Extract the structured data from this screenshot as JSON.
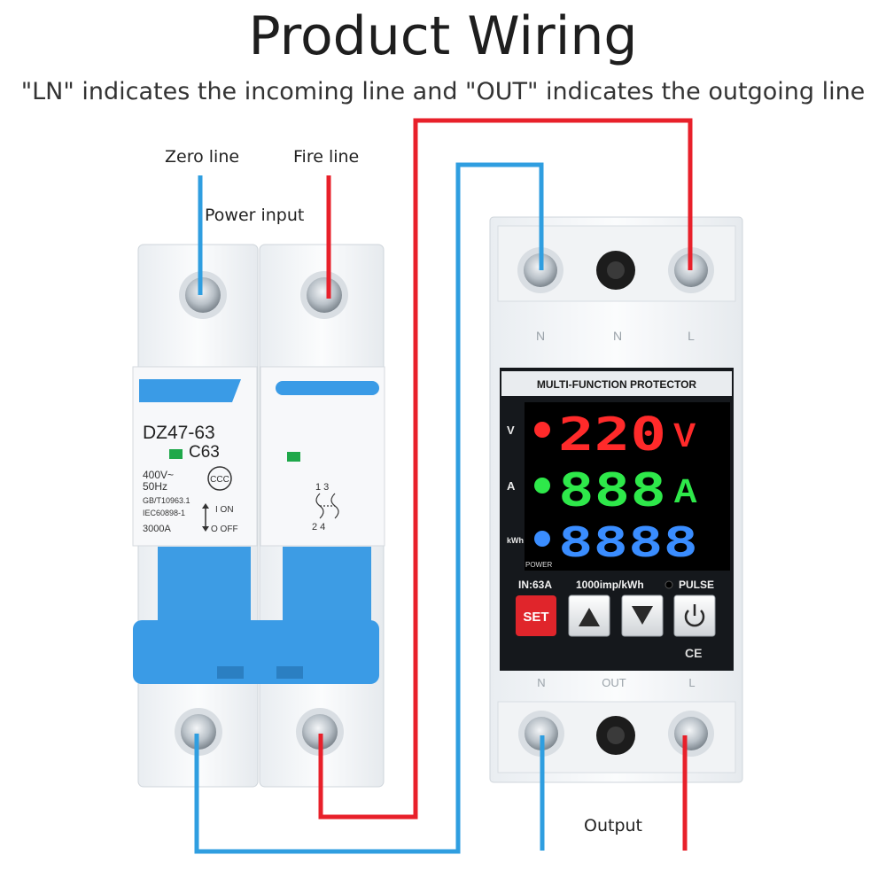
{
  "header": {
    "title": "Product Wiring",
    "subtitle": "\"LN\" indicates the incoming line and \"OUT\" indicates the outgoing line"
  },
  "labels": {
    "zero_line": "Zero line",
    "fire_line": "Fire line",
    "power_input": "Power input",
    "output": "Output"
  },
  "breaker": {
    "model": "DZ47-63",
    "rating": "C63",
    "spec_lines": [
      "400V~",
      "50Hz",
      "GB/T10963.1",
      "IEC60898-1",
      "3000A"
    ],
    "on_label": "I ON",
    "off_label": "O OFF",
    "pole_top": "1 3",
    "pole_bottom": "2 4"
  },
  "protector": {
    "title": "MULTI-FUNCTION PROTECTOR",
    "terminal_top": [
      "N",
      "N",
      "L"
    ],
    "terminal_bottom": [
      "N",
      "OUT",
      "L"
    ],
    "rows": [
      {
        "tag": "V",
        "digits": "220",
        "unit": "V",
        "color": "#ff2a2a"
      },
      {
        "tag": "A",
        "digits": "888",
        "unit": "A",
        "color": "#2ee84a"
      },
      {
        "tag": "kWh",
        "digits": "8888",
        "unit": "",
        "color": "#3a8dff"
      }
    ],
    "power_label": "POWER",
    "rating": "IN:63A",
    "imp": "1000imp/kWh",
    "pulse": "PULSE",
    "set_button": "SET",
    "ce": "CE"
  },
  "colors": {
    "neutral_wire": "#2f9ee0",
    "live_wire": "#e8202a",
    "breaker_blue": "#3a9be6"
  }
}
